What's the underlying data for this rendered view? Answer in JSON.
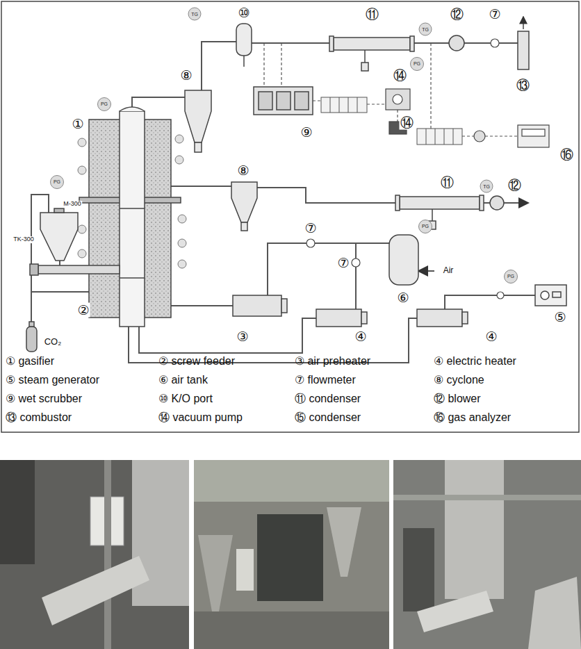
{
  "diagram": {
    "labels": [
      "①",
      "②",
      "③",
      "④",
      "④",
      "⑤",
      "⑥",
      "⑦",
      "⑦",
      "⑦",
      "⑧",
      "⑧",
      "⑨",
      "⑩",
      "⑪",
      "⑪",
      "⑫",
      "⑫",
      "⑬",
      "⑭",
      "⑭",
      "⑯",
      "CO₂",
      "M-300",
      "TK-300",
      "Air",
      "TG",
      "PG",
      "PG",
      "TG",
      "PG",
      "PG",
      "TG",
      "PG",
      "① gasifier",
      "② screw feeder",
      "③ air preheater",
      "④ electric heater",
      "⑤ steam generator",
      "⑥ air tank",
      "⑦ flowmeter",
      "⑧ cyclone",
      "⑨ wet scrubber",
      "⑩ K/O port",
      "⑪ condenser",
      "⑫ blower",
      "⑬ combustor",
      "⑭ vacuum pump",
      "⑮ condenser",
      "⑯ gas analyzer"
    ]
  }
}
